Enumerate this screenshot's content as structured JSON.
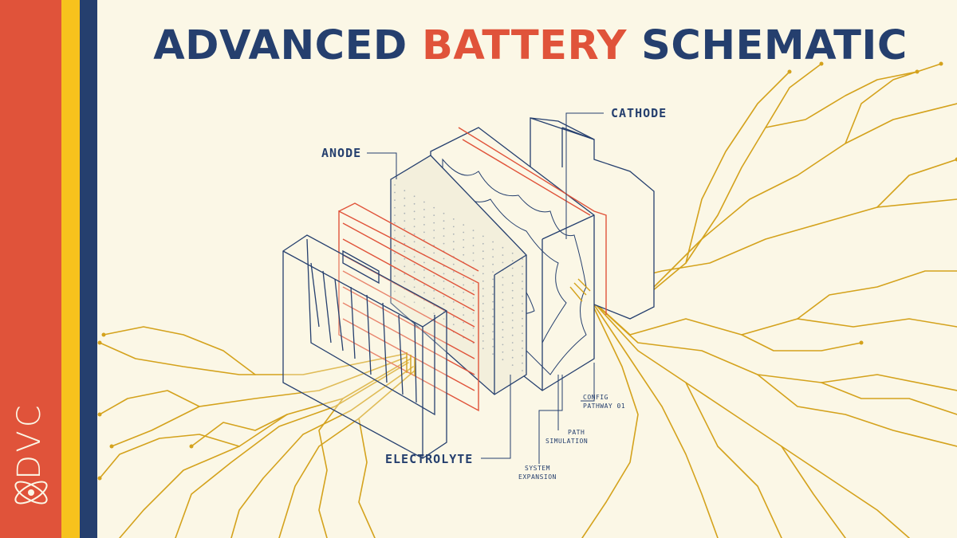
{
  "title": {
    "part1": "ADVANCED ",
    "part2": "BATTERY",
    "part3": " SCHEMATIC"
  },
  "logo": {
    "text": "DVC"
  },
  "labels": {
    "cathode": "CATHODE",
    "anode": "ANODE",
    "electrolyte": "ELECTROLYTE",
    "config": [
      "CONFIG",
      "PATHWAY 01"
    ],
    "path_sim": [
      "PATH",
      "SIMULATION"
    ],
    "system": [
      "SYSTEM",
      "EXPANSION"
    ]
  },
  "colors": {
    "red": "#e0533a",
    "yellow": "#f7c21d",
    "navy": "#253f6e",
    "gold": "#d4a21c",
    "background": "#fbf7e6"
  }
}
